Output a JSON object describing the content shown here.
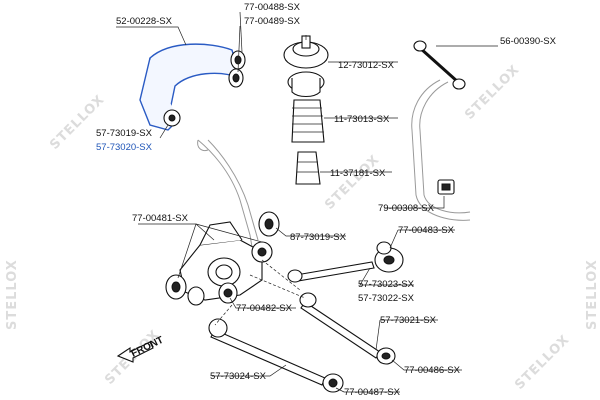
{
  "watermark": {
    "text": "STELLOX"
  },
  "front_label": "FRONT",
  "parts": [
    {
      "id": "52-00228-SX",
      "highlight": false
    },
    {
      "id": "77-00488-SX",
      "highlight": false
    },
    {
      "id": "77-00489-SX",
      "highlight": false
    },
    {
      "id": "57-73019-SX",
      "highlight": false
    },
    {
      "id": "57-73020-SX",
      "highlight": true
    },
    {
      "id": "12-73012-SX",
      "highlight": false
    },
    {
      "id": "11-73013-SX",
      "highlight": false
    },
    {
      "id": "11-37181-SX",
      "highlight": false
    },
    {
      "id": "56-00390-SX",
      "highlight": false
    },
    {
      "id": "79-00308-SX",
      "highlight": false
    },
    {
      "id": "77-00481-SX",
      "highlight": false
    },
    {
      "id": "87-73019-SX",
      "highlight": false
    },
    {
      "id": "77-00483-SX",
      "highlight": false
    },
    {
      "id": "57-73023-SX",
      "highlight": false
    },
    {
      "id": "57-73022-SX",
      "highlight": false
    },
    {
      "id": "77-00482-SX",
      "highlight": false
    },
    {
      "id": "57-73021-SX",
      "highlight": false
    },
    {
      "id": "77-00486-SX",
      "highlight": false
    },
    {
      "id": "57-73024-SX",
      "highlight": false
    },
    {
      "id": "77-00487-SX",
      "highlight": false
    }
  ],
  "colors": {
    "highlight": "#1f55b8",
    "text": "#111111",
    "watermark": "#dcdcdc"
  }
}
